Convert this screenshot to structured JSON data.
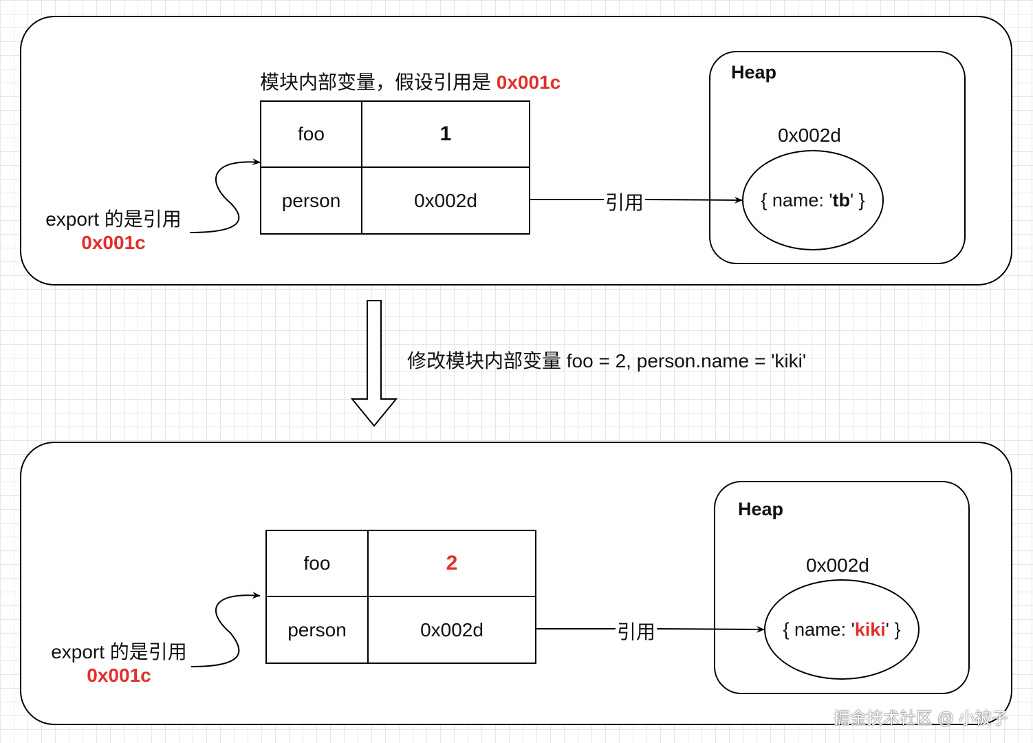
{
  "top": {
    "title_prefix": "模块内部变量，假设引用是 ",
    "title_addr": "0x001c",
    "table": {
      "row1_key": "foo",
      "row1_val": "1",
      "row2_key": "person",
      "row2_val": "0x002d"
    },
    "ref_label": "引用",
    "export_line1": "export 的是引用",
    "export_line2": "0x001c",
    "heap": {
      "title": "Heap",
      "address": "0x002d",
      "obj_prefix": "{ name: '",
      "obj_value": "tb",
      "obj_suffix": "' }"
    }
  },
  "transition_label": "修改模块内部变量 foo = 2, person.name = 'kiki'",
  "bottom": {
    "table": {
      "row1_key": "foo",
      "row1_val": "2",
      "row2_key": "person",
      "row2_val": "0x002d"
    },
    "ref_label": "引用",
    "export_line1": "export 的是引用",
    "export_line2": "0x001c",
    "heap": {
      "title": "Heap",
      "address": "0x002d",
      "obj_prefix": "{ name: '",
      "obj_value": "kiki",
      "obj_suffix": "' }"
    }
  },
  "watermark": "掘金技术社区 @ 小被子",
  "colors": {
    "highlight": "#e0302b",
    "stroke": "#000000",
    "grid": "#e6e6e6"
  }
}
